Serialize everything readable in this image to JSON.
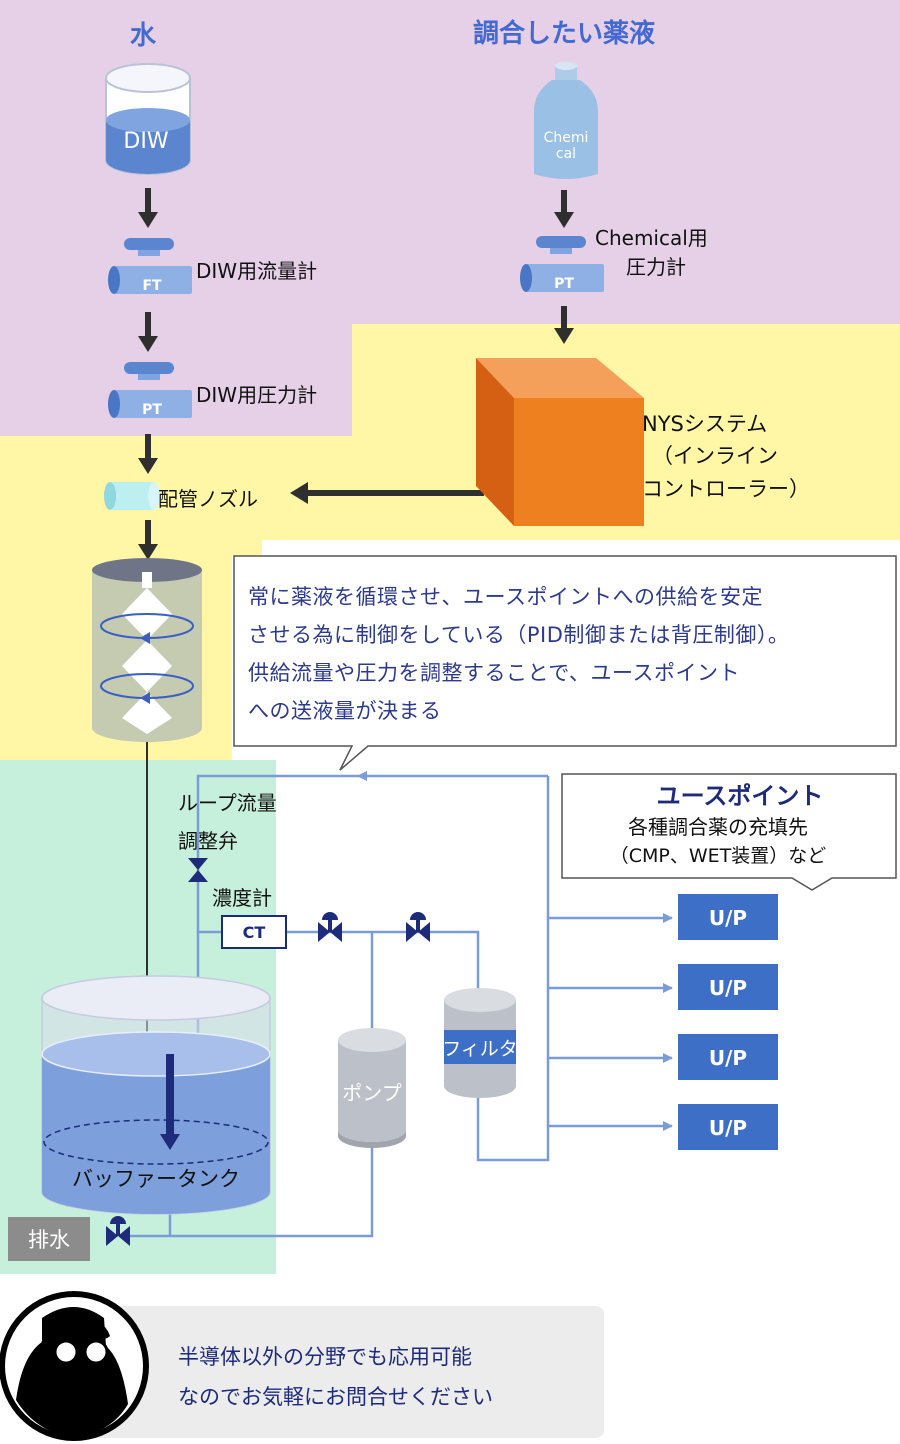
{
  "labels": {
    "water": "水",
    "chemical_title": "調合したい薬液",
    "diw": "DIW",
    "chemical_bottle_1": "Chemi",
    "chemical_bottle_2": "cal",
    "ft": "FT",
    "pt": "PT",
    "diw_flow_meter": "DIW用流量計",
    "diw_pressure_meter": "DIW用圧力計",
    "chemical_pressure_1": "Chemical用",
    "chemical_pressure_2": "圧力計",
    "nozzle": "配管ノズル",
    "nys_1": "NYSシステム",
    "nys_2": "（インライン",
    "nys_3": "コントローラー）",
    "loop_valve_1": "ループ流量",
    "loop_valve_2": "調整弁",
    "conc_meter": "濃度計",
    "ct": "CT",
    "pump": "ポンプ",
    "filter": "フィルタ",
    "buffer_tank": "バッファータンク",
    "drain": "排水"
  },
  "note": {
    "line1": "常に薬液を循環させ、ユースポイントへの供給を安定",
    "line2": "させる為に制御をしている（PID制御または背圧制御）。",
    "line3": "供給流量や圧力を調整することで、ユースポイント",
    "line4": "への送液量が決まる"
  },
  "usepoint": {
    "title": "ユースポイント",
    "line1": "各種調合薬の充填先",
    "line2": "（CMP、WET装置）など",
    "units": [
      "U/P",
      "U/P",
      "U/P",
      "U/P"
    ]
  },
  "contact": {
    "line1": "半導体以外の分野でも応用可能",
    "line2": "なのでお気軽にお問合せください"
  },
  "colors": {
    "zone_purple": "#e6d0e8",
    "zone_yellow": "#fff7a6",
    "zone_green": "#c7f0dc",
    "accent_blue": "#3e6fc6",
    "label_blue": "#4469cf",
    "nys_orange": "#ef8020",
    "dark_navy": "#1e2a7a",
    "pipe_blue": "#7a9cd8"
  }
}
